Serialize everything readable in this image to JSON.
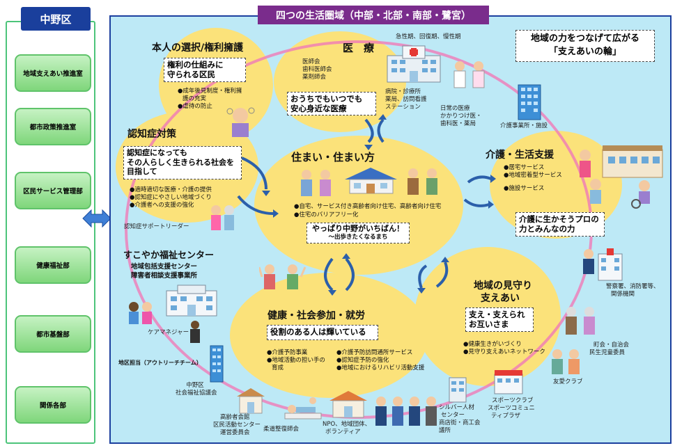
{
  "ward": {
    "title": "中野区"
  },
  "departments": [
    "地域支えあい推進室",
    "都市政策推進室",
    "区民サービス管理部",
    "健康福祉部",
    "都市基盤部",
    "関係各部"
  ],
  "main": {
    "title": "四つの生活圏域（中部・北部・南部・鷺宮）"
  },
  "slogan": {
    "line1": "地域の力をつなげて広がる",
    "line2": "「支えあいの輪」"
  },
  "rights": {
    "title": "本人の選択/権利擁護",
    "box_line1": "権利の仕組みに",
    "box_line2": "守られる区民",
    "bullets": [
      "●成年後見制度・権利擁",
      "護の充実",
      "●虐待の防止"
    ]
  },
  "medical": {
    "title": "医　療",
    "top_note": "急性期、回復期、慢性期",
    "orgs": [
      "医師会",
      "歯科医師会",
      "薬剤師会"
    ],
    "hospital_line1": "病院・診療所",
    "hospital_line2": "薬局、訪問看護",
    "hospital_line3": "ステーション",
    "box_line1": "おうちでもいつでも",
    "box_line2": "安心身近な医療",
    "daily_line1": "日常の医療",
    "daily_line2": "かかりつけ医・",
    "daily_line3": "歯科医・薬局"
  },
  "dementia": {
    "title": "認知症対策",
    "box_line1": "認知症になっても",
    "box_line2": "その人らしく生きられる社会を",
    "box_line3": "目指して",
    "bullets": [
      "●適時適切な医療・介護の提供",
      "●認知症にやさしい地域づくり",
      "●介護者への支援の強化"
    ],
    "supporter": "認知症サポートリーダー"
  },
  "housing": {
    "title": "住まい・住まい方",
    "bullet1": "●自宅、サービス付き高齢者向け住宅、高齢者向け住宅",
    "bullet2": "●住宅のバリアフリー化",
    "box_line1": "やっぱり中野がいちばん！",
    "box_line2": "〜出歩きたくなるまち"
  },
  "care": {
    "title": "介護・生活支援",
    "facility": "介護事業所・施設",
    "bullets": [
      "●居宅サービス",
      "●地域密着型サービス",
      "●施設サービス"
    ],
    "box_line1": "介護に生かそうプロの",
    "box_line2": "力とみんなの力"
  },
  "welfare_center": {
    "title": "すこやか福祉センター",
    "line1": "地域包括支援センター",
    "line2": "障害者相談支援事業所",
    "care_manager": "ケアマネジャー",
    "outreach": "地区担当（アウトリーチチーム）"
  },
  "health": {
    "title": "健康・社会参加・就労",
    "box": "役割のある人は輝いている",
    "bullets_left": [
      "●介護予防事業",
      "●地域活動の担い手の",
      "育成"
    ],
    "bullets_right": [
      "●介護予防訪問通所サービス",
      "●認知症予防の強化",
      "●地域におけるリハビリ活動支援"
    ]
  },
  "watch": {
    "title_line1": "地域の見守り",
    "title_line2": "支えあい",
    "box_line1": "支え・支えられ",
    "box_line2": "お互いさま",
    "bullets": [
      "●健康生きがいづくり",
      "●見守り支えあいネットワーク"
    ]
  },
  "actors": {
    "police": [
      "警察署、消防署等、",
      "関係機関"
    ],
    "town": [
      "町会・自治会",
      "民生児童委員"
    ],
    "friend": "友愛クラブ",
    "sports": [
      "スポーツクラブ",
      "スポーツコミュニ",
      "ティプラザ"
    ],
    "silver": [
      "シルバー人材",
      "センター",
      "商店街・商工会",
      "議所"
    ],
    "npo": [
      "NPO、地域団体、",
      "ボランティア"
    ],
    "judo": "柔道整復師会",
    "elderly": [
      "高齢者会館",
      "区民活動センター",
      "運営委員会"
    ],
    "council": [
      "中野区",
      "社会福祉協議会"
    ]
  },
  "colors": {
    "navy": "#1a3f9c",
    "purple": "#7a2c8c",
    "green": "#5fc36a",
    "yellow": "#fbe27a",
    "sky": "#bde9f6",
    "ring": "#f07ab8"
  }
}
